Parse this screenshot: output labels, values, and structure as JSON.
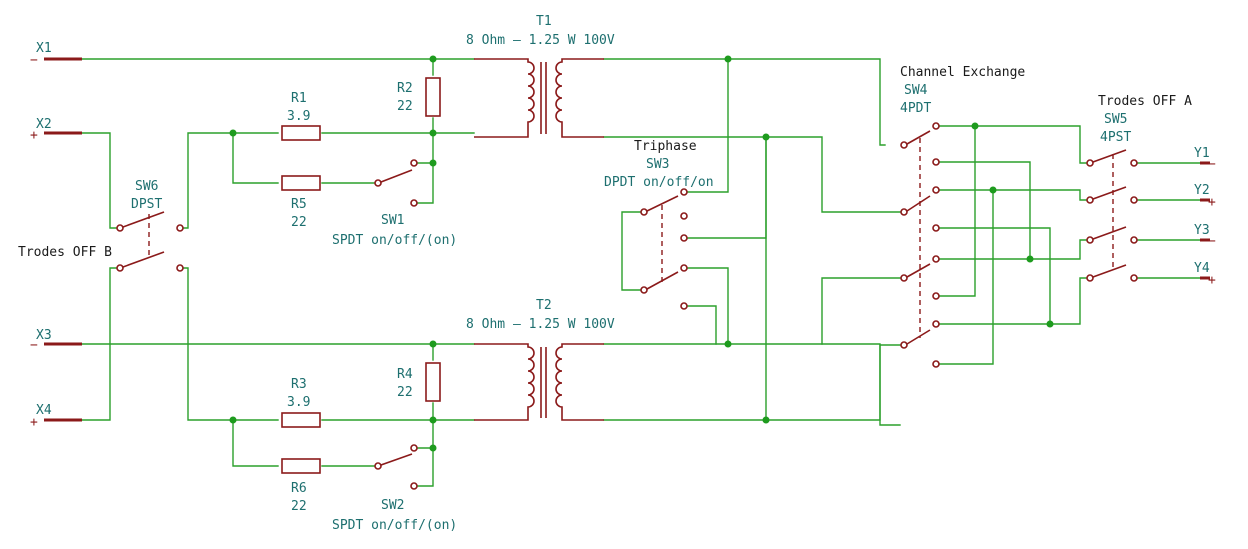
{
  "terminals": {
    "x1": "X1",
    "x2": "X2",
    "x3": "X3",
    "x4": "X4",
    "y1": "Y1",
    "y2": "Y2",
    "y3": "Y3",
    "y4": "Y4",
    "minus": "−",
    "plus": "+"
  },
  "transformers": {
    "t1": {
      "ref": "T1",
      "value": "8 Ohm — 1.25 W 100V"
    },
    "t2": {
      "ref": "T2",
      "value": "8 Ohm — 1.25 W 100V"
    }
  },
  "resistors": {
    "r1": {
      "ref": "R1",
      "value": "3.9"
    },
    "r2": {
      "ref": "R2",
      "value": "22"
    },
    "r3": {
      "ref": "R3",
      "value": "3.9"
    },
    "r4": {
      "ref": "R4",
      "value": "22"
    },
    "r5": {
      "ref": "R5",
      "value": "22"
    },
    "r6": {
      "ref": "R6",
      "value": "22"
    }
  },
  "switches": {
    "sw1": {
      "ref": "SW1",
      "value": "SPDT on/off/(on)"
    },
    "sw2": {
      "ref": "SW2",
      "value": "SPDT on/off/(on)"
    },
    "sw3": {
      "name": "Triphase",
      "ref": "SW3",
      "value": "DPDT on/off/on"
    },
    "sw4": {
      "name": "Channel Exchange",
      "ref": "SW4",
      "value": "4PDT"
    },
    "sw5": {
      "name": "Trodes OFF A",
      "ref": "SW5",
      "value": "4PST"
    },
    "sw6": {
      "name": "Trodes OFF B",
      "ref": "SW6",
      "value": "DPST"
    }
  },
  "colors": {
    "wire": "#2ca02c",
    "component": "#8b1a1a",
    "junction": "#1e9b1e",
    "label": "#1d6f6f",
    "text": "#1a1a1a"
  }
}
